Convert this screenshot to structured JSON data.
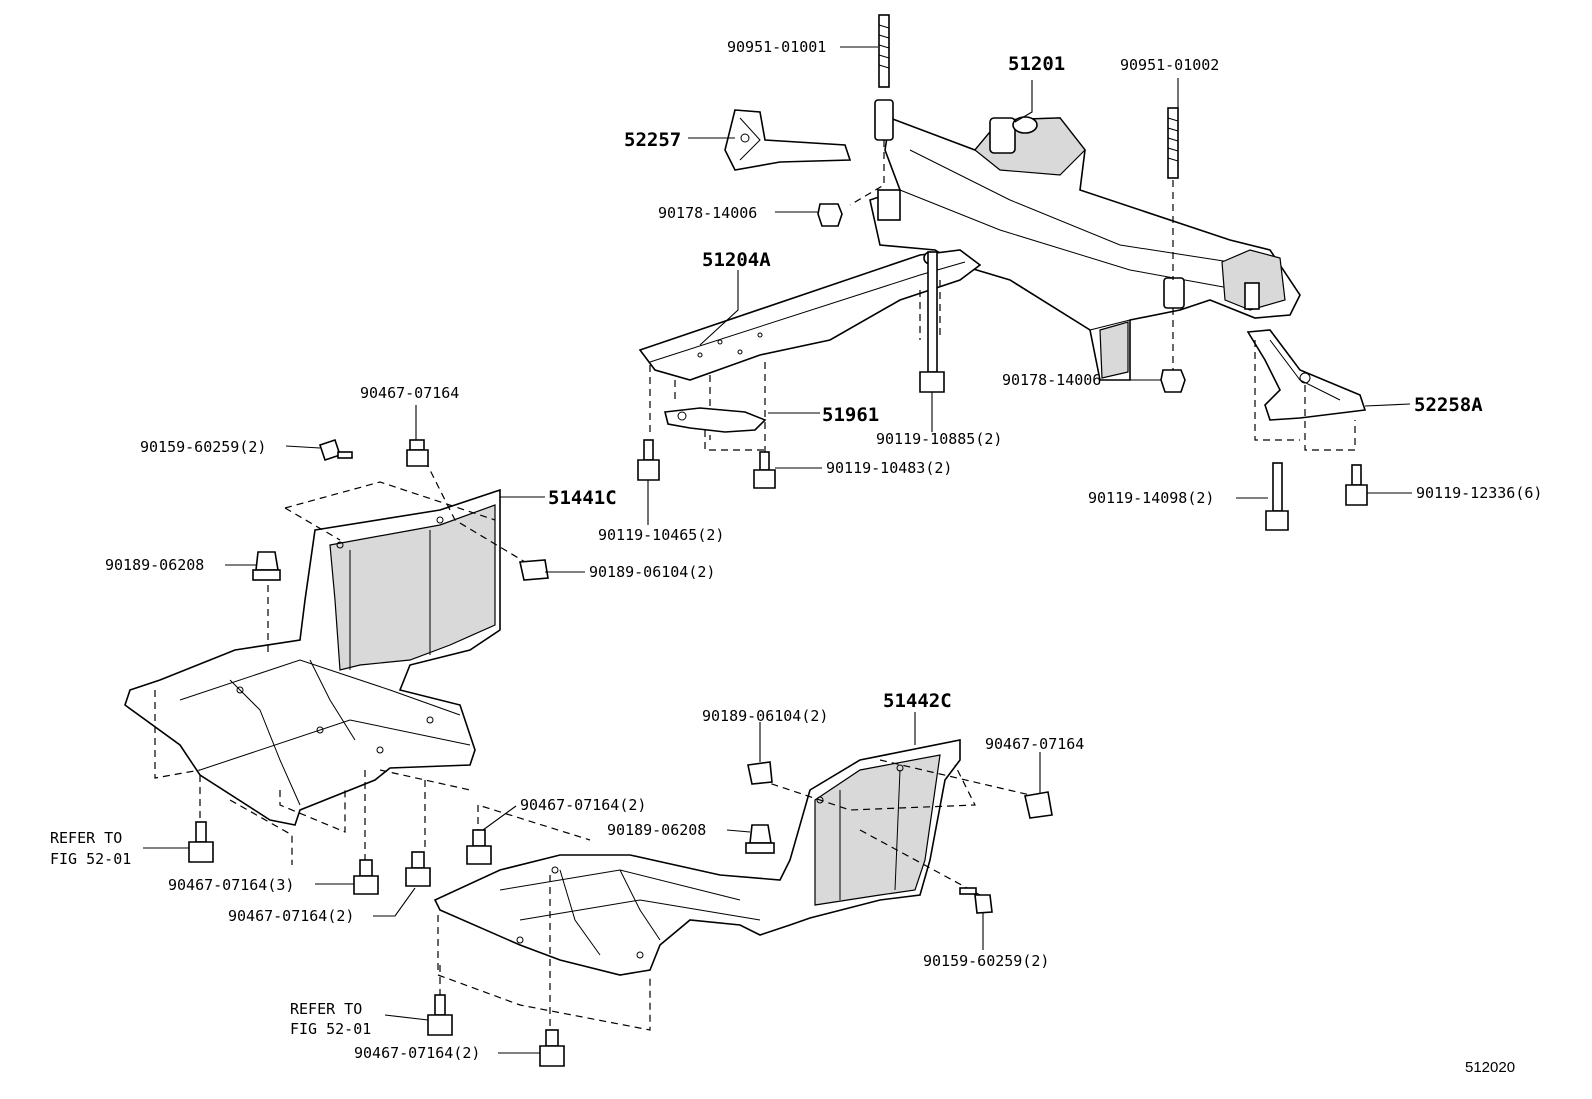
{
  "figure_id": "512020",
  "parts": {
    "p_512": "51201",
    "p_52257": "52257",
    "p_51204": "51204A",
    "p_51961": "51961",
    "p_52258": "52258A",
    "p_51441": "51441C",
    "p_51442": "51442C"
  },
  "callouts": {
    "c01": "90951-01001",
    "c02": "90951-01002",
    "c03": "90178-14006",
    "c04": "90178-14006",
    "c05": "90119-10885(2)",
    "c06": "90119-10483(2)",
    "c07": "90119-10465(2)",
    "c08": "90119-14098(2)",
    "c09": "90119-12336(6)",
    "c10": "90467-07164",
    "c11": "90159-60259(2)",
    "c12": "90189-06208",
    "c13": "90189-06104(2)",
    "c14": "90467-07164(3)",
    "c15": "90467-07164(2)",
    "c16": "90189-06104(2)",
    "c17": "90467-07164",
    "c18": "90467-07164(2)",
    "c19": "90189-06208",
    "c20": "90159-60259(2)",
    "c21": "90467-07164(2)"
  },
  "refs": {
    "r1_line1": "REFER TO",
    "r1_line2": "FIG 52-01",
    "r2_line1": "REFER TO",
    "r2_line2": "FIG 52-01"
  }
}
